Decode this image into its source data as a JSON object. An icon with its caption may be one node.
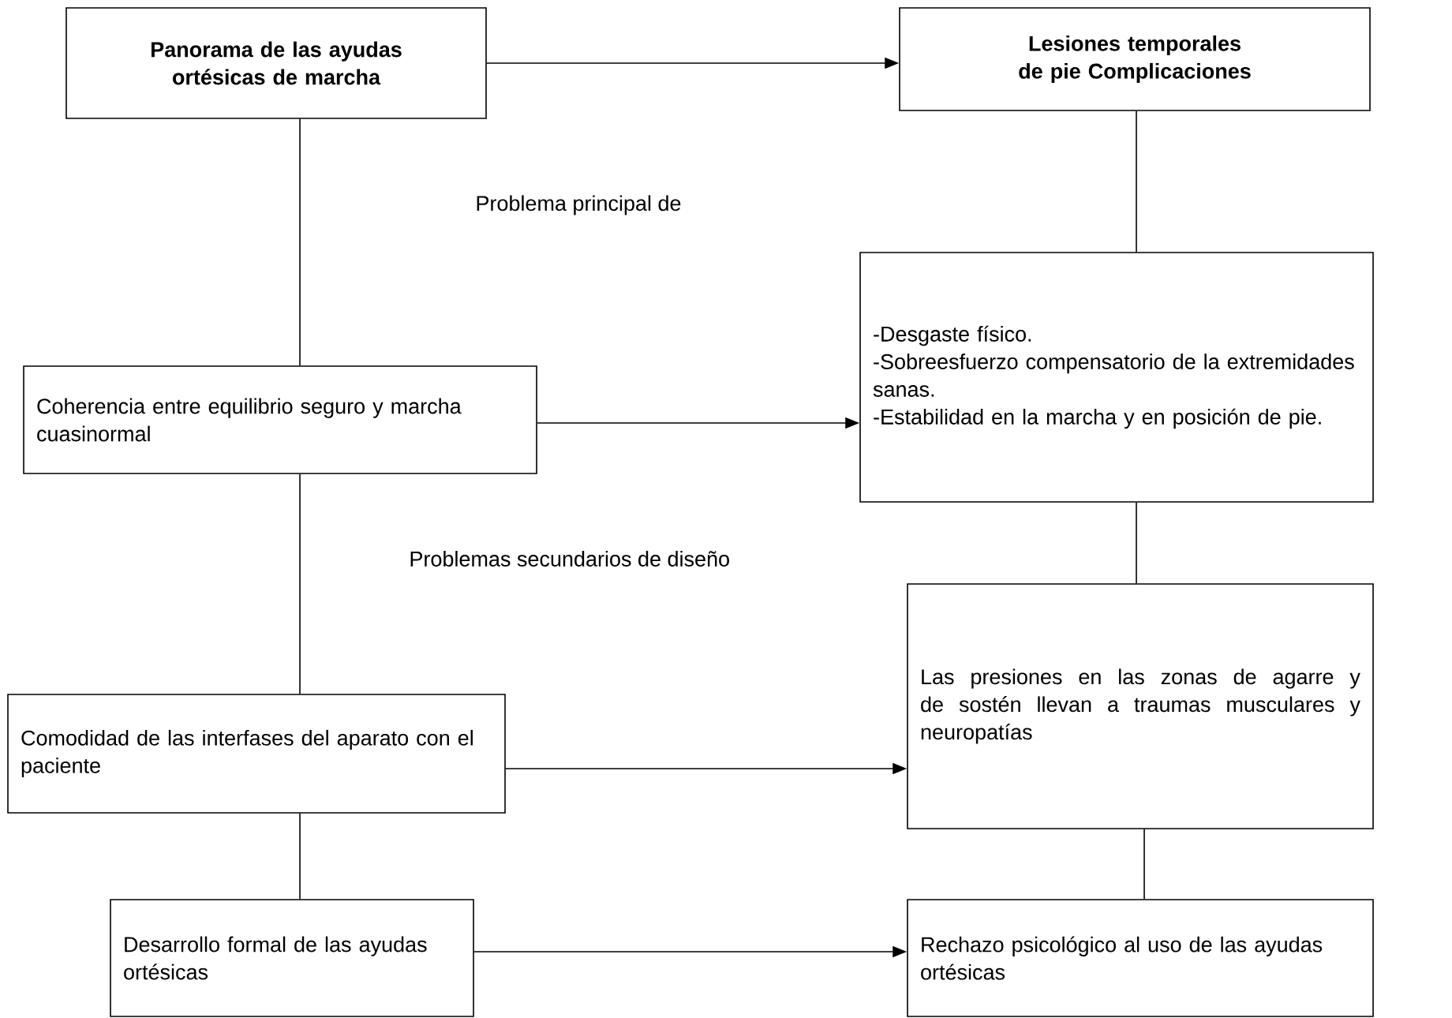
{
  "diagram": {
    "nodes": [
      {
        "text": [
          "Panorama de las ayudas ortésicas de marcha"
        ]
      },
      {
        "text": [
          "Lesiones temporales de pie Complicaciones"
        ]
      },
      {
        "text": [
          "Coherencia entre equilibrio seguro y marcha cuasinormal"
        ]
      },
      {
        "text": [
          "-Desgaste físico.",
          "-Sobreesfuerzo compensatorio de la extremidades sanas.",
          "-Estabilidad en la marcha y en posición de pie."
        ]
      },
      {
        "text": [
          "Comodidad de las interfases del aparato con el paciente"
        ]
      },
      {
        "text": [
          "Las presiones en las zonas de agarre y de sostén llevan a traumas musculares y neuropatías"
        ]
      },
      {
        "text": [
          "Desarrollo formal de las ayudas ortésicas"
        ]
      },
      {
        "text": [
          "Rechazo psicológico al uso de las ayudas ortésicas"
        ]
      }
    ],
    "edges": [
      {
        "from": 0,
        "to": 1,
        "arrow": "to"
      },
      {
        "from": 0,
        "to": 2,
        "arrow": "none"
      },
      {
        "from": 1,
        "to": 3,
        "arrow": "none"
      },
      {
        "from": 2,
        "to": 3,
        "arrow": "to"
      },
      {
        "from": 2,
        "to": 4,
        "arrow": "none"
      },
      {
        "from": 3,
        "to": 5,
        "arrow": "none"
      },
      {
        "from": 4,
        "to": 5,
        "arrow": "to"
      },
      {
        "from": 4,
        "to": 6,
        "arrow": "none"
      },
      {
        "from": 5,
        "to": 7,
        "arrow": "none"
      },
      {
        "from": 6,
        "to": 7,
        "arrow": "to"
      }
    ],
    "labels": [
      "Problema principal de",
      "Problemas secundarios de diseño"
    ]
  }
}
